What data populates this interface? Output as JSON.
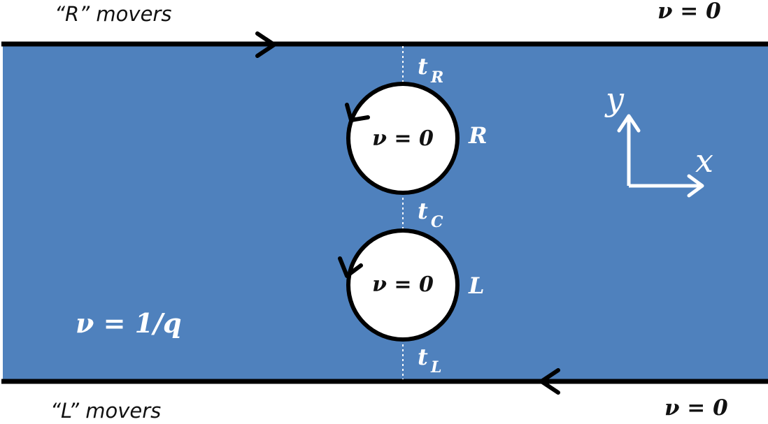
{
  "diagram": {
    "colors": {
      "region_fill": "#4f81bd",
      "edge_line": "#000000",
      "hole_fill": "#ffffff",
      "annotation": "#ffffff"
    },
    "labels": {
      "r_movers": "“R” movers",
      "l_movers": "“L” movers",
      "filling_top_right": "ν = 0",
      "filling_bottom_right": "ν = 0",
      "filling_bulk": "ν = 1/q",
      "hole_top_filling": "ν = 0",
      "hole_bottom_filling": "ν = 0",
      "hole_top_name": "R",
      "hole_bottom_name": "L",
      "tunneling_R": "t",
      "tunneling_R_sub": "R",
      "tunneling_C": "t",
      "tunneling_C_sub": "C",
      "tunneling_L": "t",
      "tunneling_L_sub": "L",
      "axis_y": "y",
      "axis_x": "x"
    },
    "icons": {
      "top_edge_arrow": "arrow-right-icon",
      "bottom_edge_arrow": "arrow-left-icon",
      "top_hole_arrow": "counterclockwise-arrow-icon",
      "bottom_hole_arrow": "counterclockwise-arrow-icon",
      "axes": "coordinate-axes-icon"
    }
  }
}
